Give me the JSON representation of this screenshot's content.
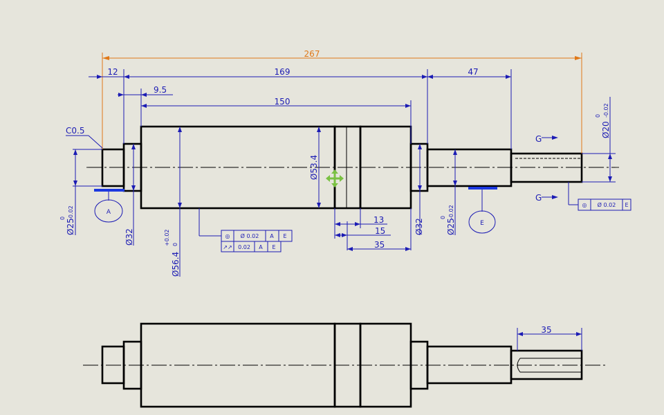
{
  "dimensions": {
    "overall": "267",
    "d12": "12",
    "d169": "169",
    "d47": "47",
    "d9_5": "9.5",
    "d150": "150",
    "chamfer": "C0.5",
    "dia534": "Ø53.4",
    "d13": "13",
    "d15": "15",
    "d35": "35",
    "dia32_left": "Ø32",
    "dia32_right": "Ø32",
    "dia25_left": "Ø25",
    "dia25_right": "Ø25",
    "dia20": "Ø20",
    "dia564": "Ø56.4",
    "key_length": "35"
  },
  "tolerances": {
    "tol_zero": "0",
    "tol_minus": "-0.02",
    "tol_plus": "+0.02"
  },
  "datums": {
    "a": "A",
    "e": "E"
  },
  "sections": {
    "g": "G"
  },
  "feature_frames": {
    "frame1_row1": [
      "◎",
      "Ø 0.02",
      "A",
      "E"
    ],
    "frame1_row2": [
      "↗↗",
      "0.02",
      "A",
      "E"
    ],
    "frame2_row1": [
      "◎",
      "Ø 0.02",
      "E"
    ]
  },
  "colors": {
    "background": "#e6e5dc",
    "part_line": "#000000",
    "dimension": "#1c1cb4",
    "orange_dimension": "#e07818",
    "move_cursor": "#7ac142"
  },
  "icons": {
    "cursor": "move-cursor-icon"
  }
}
